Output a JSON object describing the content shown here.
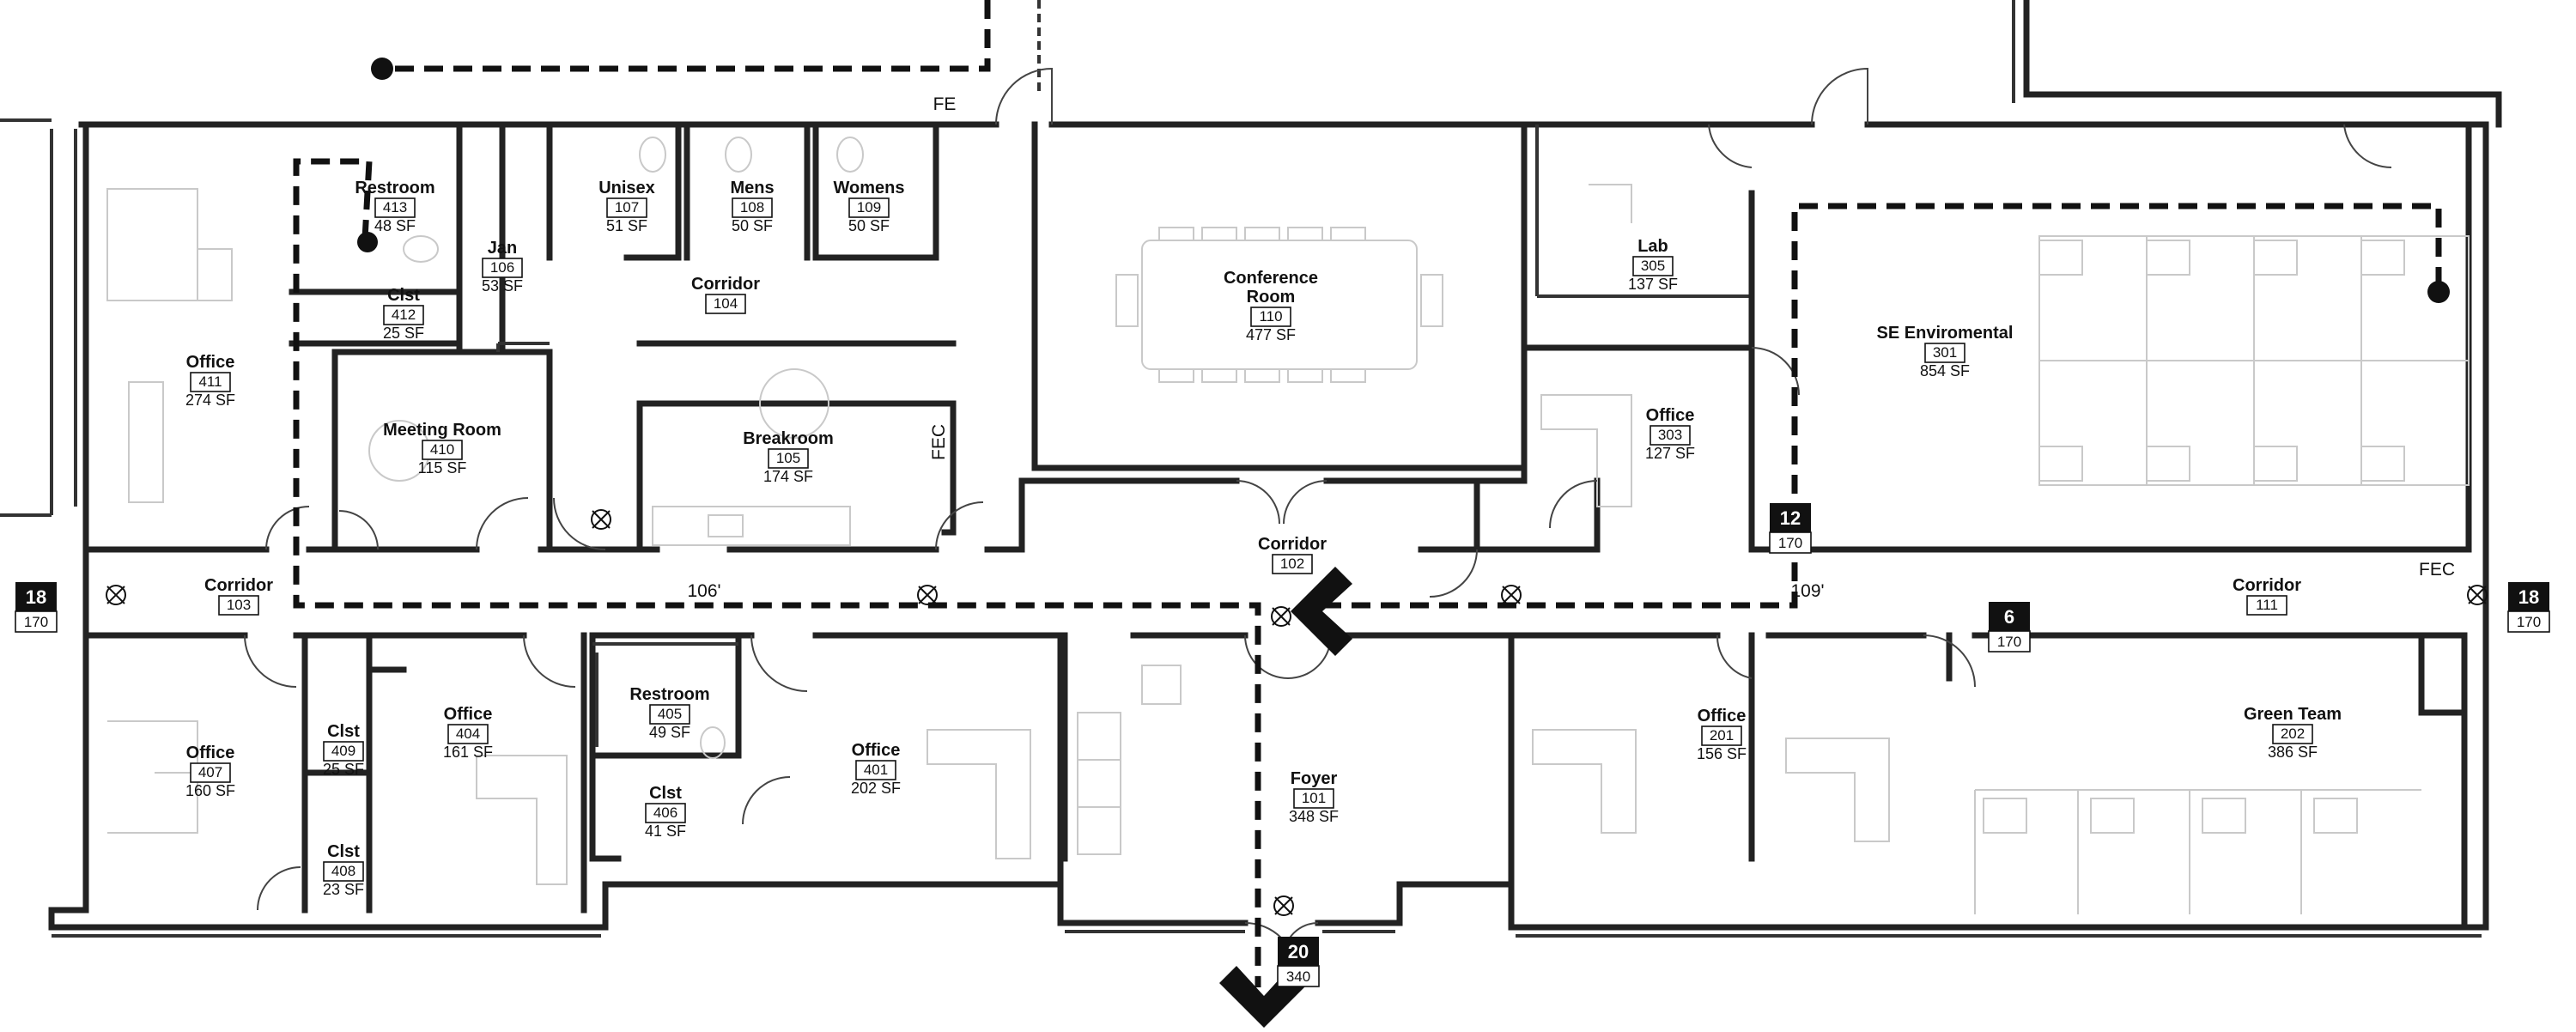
{
  "rooms": [
    {
      "id": "r107",
      "name": "Unisex",
      "number": "107",
      "area": "51 SF"
    },
    {
      "id": "r108",
      "name": "Mens",
      "number": "108",
      "area": "50 SF"
    },
    {
      "id": "r109",
      "name": "Womens",
      "number": "109",
      "area": "50 SF"
    },
    {
      "id": "r413",
      "name": "Restroom",
      "number": "413",
      "area": "48 SF"
    },
    {
      "id": "r106",
      "name": "Jan",
      "number": "106",
      "area": "53 SF"
    },
    {
      "id": "r104",
      "name": "Corridor",
      "number": "104",
      "area": ""
    },
    {
      "id": "r412",
      "name": "Clst",
      "number": "412",
      "area": "25 SF"
    },
    {
      "id": "r411",
      "name": "Office",
      "number": "411",
      "area": "274 SF"
    },
    {
      "id": "r410",
      "name": "Meeting Room",
      "number": "410",
      "area": "115 SF"
    },
    {
      "id": "r105",
      "name": "Breakroom",
      "number": "105",
      "area": "174 SF"
    },
    {
      "id": "r110",
      "name": "Conference Room",
      "number": "110",
      "area": "477 SF"
    },
    {
      "id": "r305",
      "name": "Lab",
      "number": "305",
      "area": "137 SF"
    },
    {
      "id": "r301",
      "name": "SE Enviromental",
      "number": "301",
      "area": "854 SF"
    },
    {
      "id": "r303",
      "name": "Office",
      "number": "303",
      "area": "127 SF"
    },
    {
      "id": "r102",
      "name": "Corridor",
      "number": "102",
      "area": ""
    },
    {
      "id": "r103",
      "name": "Corridor",
      "number": "103",
      "area": ""
    },
    {
      "id": "r111",
      "name": "Corridor",
      "number": "111",
      "area": ""
    },
    {
      "id": "r405",
      "name": "Restroom",
      "number": "405",
      "area": "49 SF"
    },
    {
      "id": "r409",
      "name": "Clst",
      "number": "409",
      "area": "25 SF"
    },
    {
      "id": "r404",
      "name": "Office",
      "number": "404",
      "area": "161 SF"
    },
    {
      "id": "r407",
      "name": "Office",
      "number": "407",
      "area": "160 SF"
    },
    {
      "id": "r408",
      "name": "Clst",
      "number": "408",
      "area": "23 SF"
    },
    {
      "id": "r406",
      "name": "Clst",
      "number": "406",
      "area": "41 SF"
    },
    {
      "id": "r401",
      "name": "Office",
      "number": "401",
      "area": "202 SF"
    },
    {
      "id": "r101",
      "name": "Foyer",
      "number": "101",
      "area": "348 SF"
    },
    {
      "id": "r201",
      "name": "Office",
      "number": "201",
      "area": "156 SF"
    },
    {
      "id": "r202",
      "name": "Green Team",
      "number": "202",
      "area": "386 SF"
    }
  ],
  "exits": [
    {
      "id": "e18l",
      "top": "18",
      "bottom": "170"
    },
    {
      "id": "e12",
      "top": "12",
      "bottom": "170"
    },
    {
      "id": "e18r",
      "top": "18",
      "bottom": "170"
    },
    {
      "id": "e6",
      "top": "6",
      "bottom": "170"
    },
    {
      "id": "e20",
      "top": "20",
      "bottom": "340"
    }
  ],
  "notes": {
    "fe": "FE",
    "fec_breakroom": "FEC",
    "fec_east": "FEC",
    "dist_west": "106'",
    "dist_east": "109'"
  },
  "colors": {
    "walls": "#222222",
    "furniture": "#c9c9c9",
    "route": "#111111",
    "exit_badge": "#111111"
  }
}
